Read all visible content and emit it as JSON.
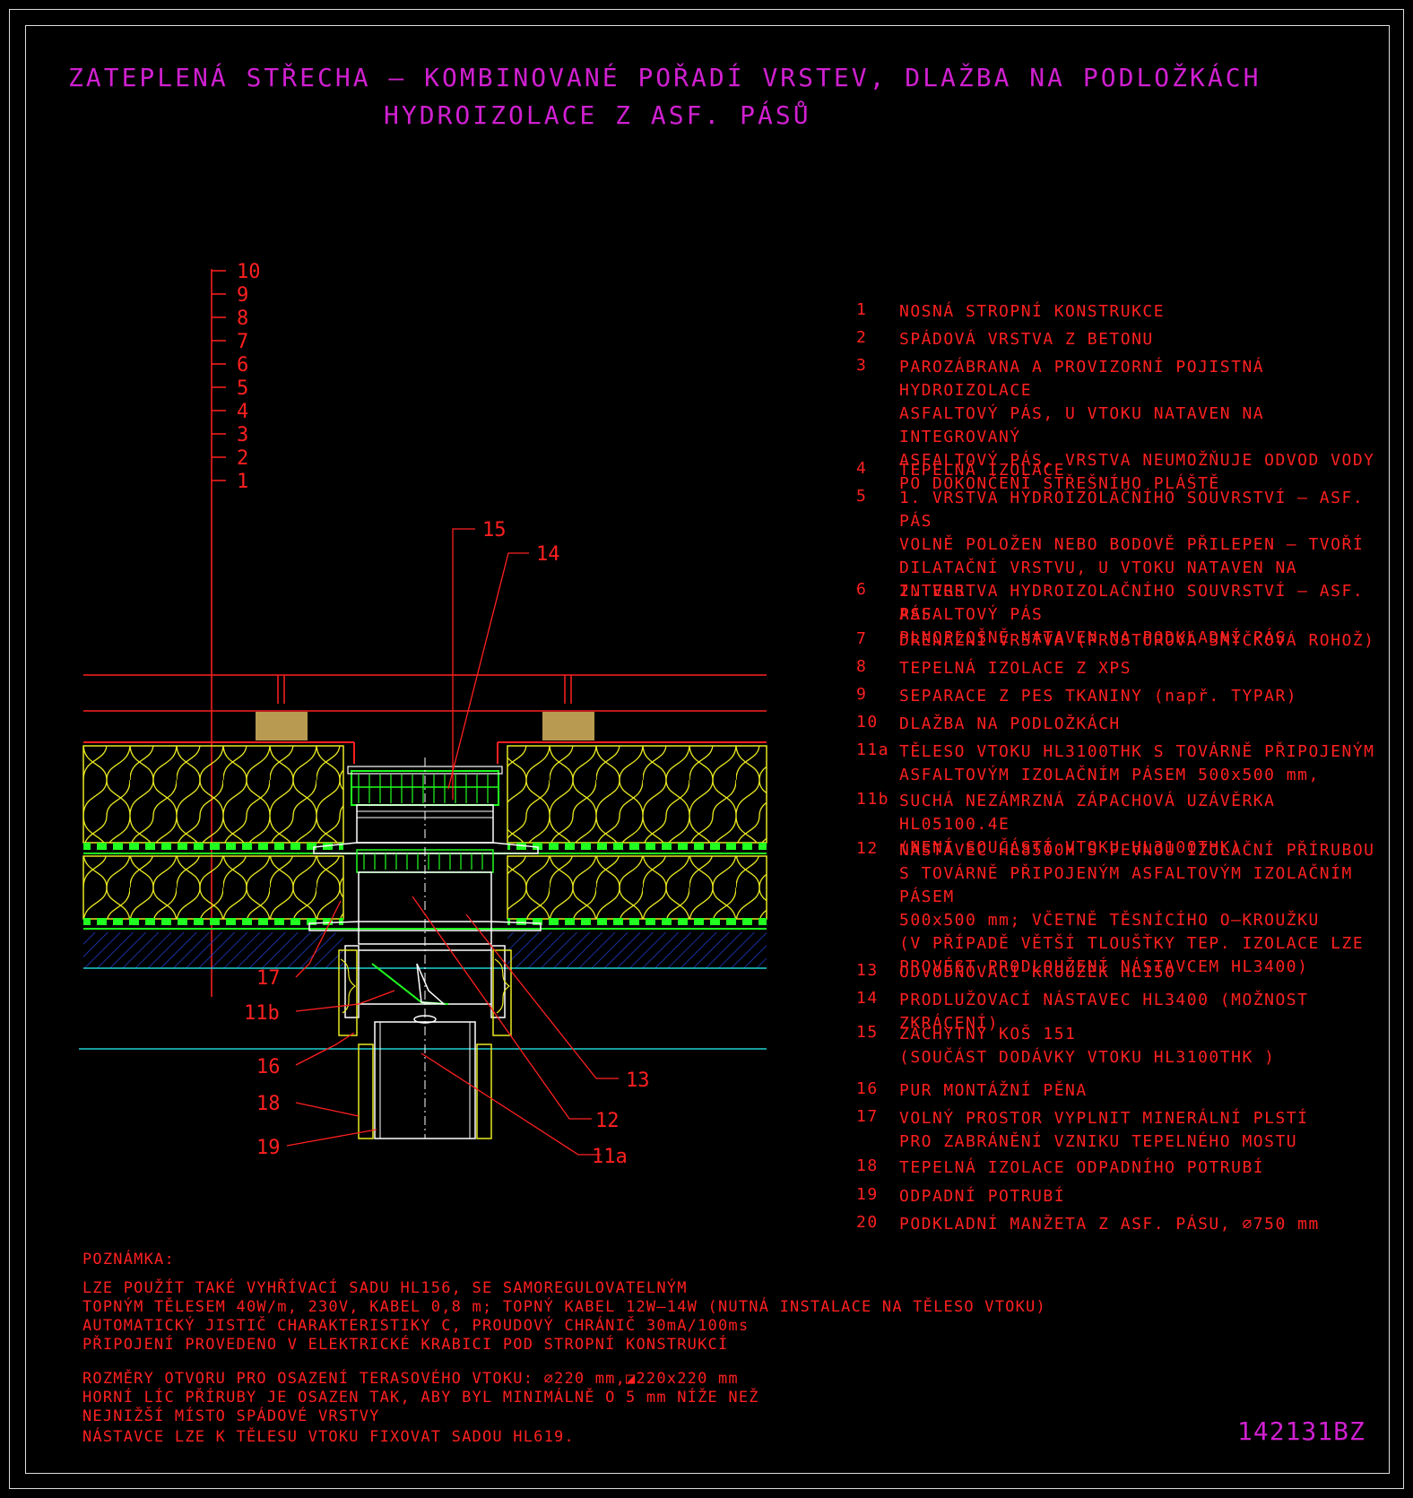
{
  "title": {
    "line1": "ZATEPLENÁ STŘECHA – KOMBINOVANÉ POŘADÍ VRSTEV, DLAŽBA NA PODLOŽKÁCH",
    "line2": "HYDROIZOLACE Z ASF. PÁSŮ"
  },
  "scale_labels": [
    "10",
    "9",
    "8",
    "7",
    "6",
    "5",
    "4",
    "3",
    "2",
    "1"
  ],
  "callouts": {
    "c15": "15",
    "c14": "14",
    "c17": "17",
    "c11b": "11b",
    "c16": "16",
    "c18": "18",
    "c19": "19",
    "c13": "13",
    "c12": "12",
    "c11a": "11a"
  },
  "legend": [
    {
      "num": "1",
      "text": "NOSNÁ STROPNÍ KONSTRUKCE"
    },
    {
      "num": "2",
      "text": "SPÁDOVÁ VRSTVA Z BETONU"
    },
    {
      "num": "3",
      "text": "PAROZÁBRANA A PROVIZORNÍ POJISTNÁ HYDROIZOLACE\nASFALTOVÝ PÁS, U VTOKU NATAVEN NA INTEGROVANÝ\nASFALTOVÝ PÁS, VRSTVA NEUMOŽŇUJE ODVOD VODY\nPO DOKONČENÍ STŘEŠNÍHO PLÁŠTĚ"
    },
    {
      "num": "4",
      "text": "TEPELNÁ IZOLACE"
    },
    {
      "num": "5",
      "text": "1. VRSTVA HYDROIZOLAČNÍHO SOUVRSTVÍ – ASF. PÁS\nVOLNĚ POLOŽEN NEBO BODOVĚ PŘILEPEN – TVOŘÍ\nDILATAČNÍ VRSTVU, U VTOKU NATAVEN NA INTEGR.\nASFALTOVÝ PÁS"
    },
    {
      "num": "6",
      "text": "2. VRSTVA HYDROIZOLAČNÍHO SOUVRSTVÍ – ASF. PÁS\nPLNOPLOŠNĚ NATAVEN NA PODKLADNÍ PÁS"
    },
    {
      "num": "7",
      "text": "DRENÁŽNÍ VRSTVA (PROSTOROVÁ SMYČKOVÁ ROHOŽ)"
    },
    {
      "num": "8",
      "text": "TEPELNÁ IZOLACE Z XPS"
    },
    {
      "num": "9",
      "text": "SEPARACE Z PES TKANINY (např. TYPAR)"
    },
    {
      "num": "10",
      "text": "DLAŽBA NA PODLOŽKÁCH"
    },
    {
      "num": "11a",
      "text": "TĚLESO VTOKU HL3100THK S TOVÁRNĚ PŘIPOJENÝM\nASFALTOVÝM IZOLAČNÍM PÁSEM 500x500 mm,"
    },
    {
      "num": "11b",
      "text": "SUCHÁ NEZÁMRZNÁ ZÁPACHOVÁ UZÁVĚRKA HL05100.4E\n(NENÍ SOUČÁSTÍ VTOKU HL3100THK)"
    },
    {
      "num": "12",
      "text": "NÁSTAVEC HL8500H S PEVNOU IZOLAČNÍ PŘÍRUBOU\nS TOVÁRNĚ PŘIPOJENÝM ASFALTOVÝM IZOLAČNÍM PÁSEM\n500x500 mm; VČETNĚ TĚSNÍCÍHO O–KROUŽKU\n(V PŘÍPADĚ VĚTŠÍ TLOUŠŤKY TEP. IZOLACE LZE\nPROVÉST PRODLOUŽENÍ NÁSTAVCEM HL3400)"
    },
    {
      "num": "13",
      "text": "ODVODŇOVACÍ KROUŽEK HL150"
    },
    {
      "num": "14",
      "text": "PRODLUŽOVACÍ NÁSTAVEC HL3400 (MOŽNOST ZKRÁCENÍ)"
    },
    {
      "num": "15",
      "text": "ZÁCHYTNÝ KOŠ 151\n(SOUČÁST DODÁVKY VTOKU HL3100THK )"
    },
    {
      "num": "16",
      "text": "PUR MONTÁŽNÍ PĚNA"
    },
    {
      "num": "17",
      "text": "VOLNÝ PROSTOR VYPLNIT MINERÁLNÍ PLSTÍ\nPRO ZABRÁNĚNÍ VZNIKU TEPELNÉHO MOSTU"
    },
    {
      "num": "18",
      "text": "TEPELNÁ IZOLACE ODPADNÍHO POTRUBÍ"
    },
    {
      "num": "19",
      "text": "ODPADNÍ POTRUBÍ"
    },
    {
      "num": "20",
      "text": "PODKLADNÍ MANŽETA Z ASF. PÁSU, ⌀750 mm"
    }
  ],
  "note": {
    "heading": "POZNÁMKA:",
    "block1": "LZE POUŽÍT TAKÉ VYHŘÍVACÍ SADU HL156, SE SAMOREGULOVATELNÝM\nTOPNÝM TĚLESEM 40W/m, 230V, KABEL 0,8 m; TOPNÝ KABEL 12W–14W (NUTNÁ INSTALACE NA TĚLESO VTOKU)\nAUTOMATICKÝ JISTIČ CHARAKTERISTIKY C, PROUDOVÝ CHRÁNIČ 30mA/100ms\nPŘIPOJENÍ PROVEDENO V ELEKTRICKÉ KRABICI POD STROPNÍ KONSTRUKCÍ",
    "block2": "ROZMĚRY OTVORU PRO OSAZENÍ TERASOVÉHO VTOKU: ⌀220 mm,◪220x220 mm\nHORNÍ LÍC PŘÍRUBY JE OSAZEN TAK, ABY BYL MINIMÁLNĚ O 5 mm NÍŽE NEŽ\nNEJNIŽŠÍ MÍSTO SPÁDOVÉ VRSTVY",
    "block3": "NÁSTAVCE LZE K TĚLESU VTOKU FIXOVAT SADOU HL619."
  },
  "drawing_code": "142131BZ",
  "colors": {
    "background": "#000000",
    "title": "#d020d0",
    "text": "#ff2020",
    "insulation": "#e8e820",
    "membrane": "#20ff20",
    "concrete": "#2040d0",
    "cyan": "#20d0d0",
    "pad": "#b89a50",
    "frame": "#dddddd"
  }
}
